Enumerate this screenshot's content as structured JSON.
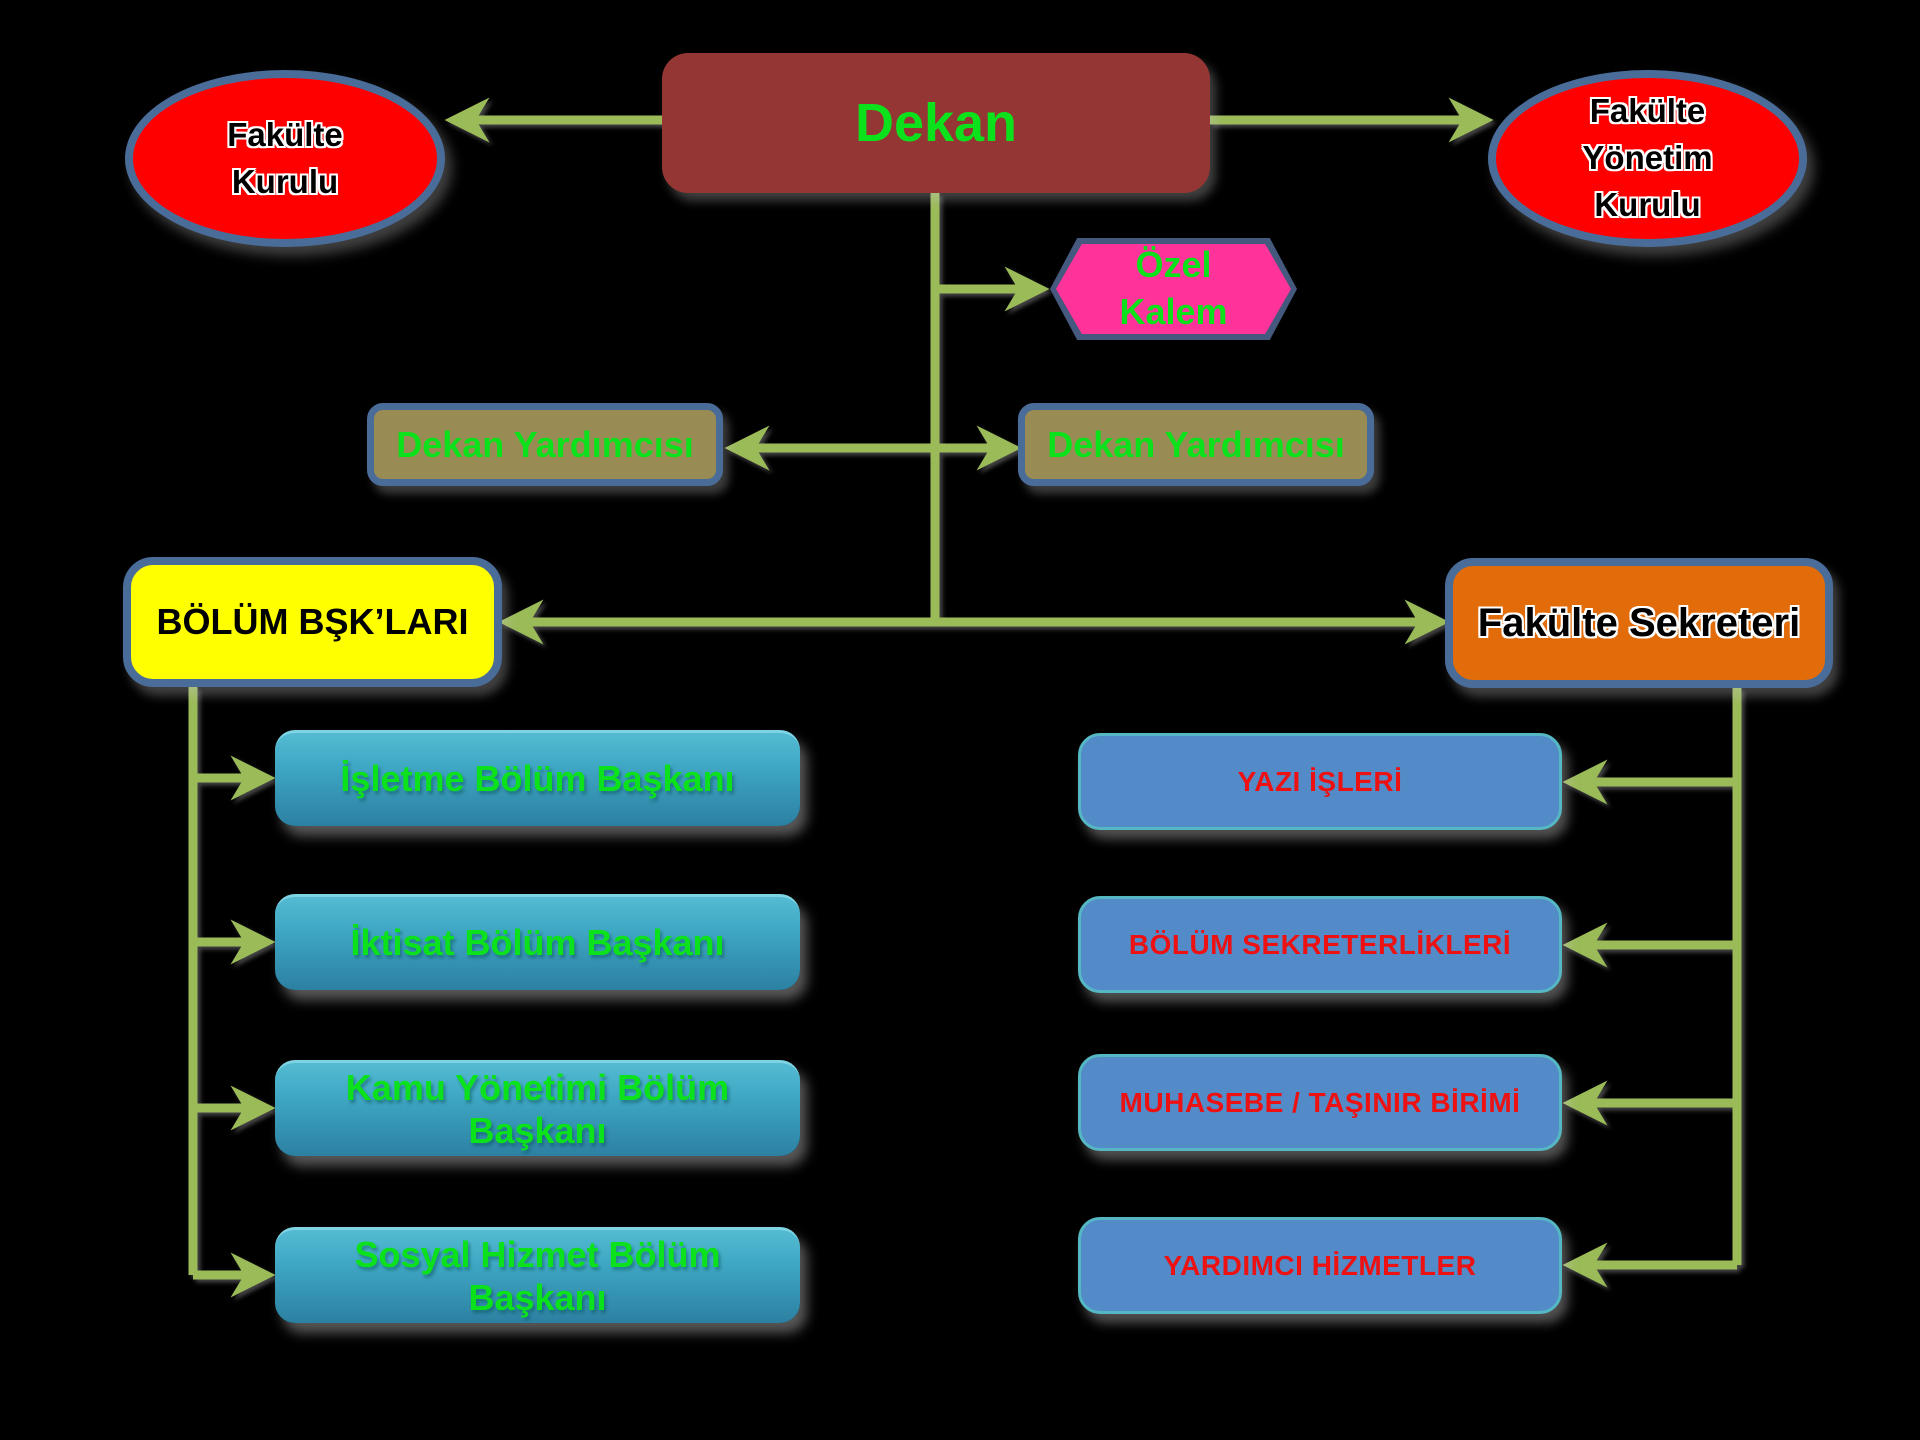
{
  "title": "Fakülte Organizasyon Şeması",
  "colors": {
    "background": "#000000",
    "connector": "#9BBB59",
    "dekan_fill": "#943634",
    "ellipse_fill": "#FF0000",
    "node_border": "#4A6C99",
    "hexagon_fill": "#FF3399",
    "hex_border": "#44597D",
    "olive_fill": "#988B53",
    "yellow_fill": "#FFFF00",
    "orange_fill": "#E36C0A",
    "teal_top": "#54BBD2",
    "teal_bottom": "#2C80A2",
    "blue_fill": "#528BC8",
    "blue_border": "#55B7C4",
    "green_text": "#0BE21C",
    "red_text": "#EE1111"
  },
  "nodes": {
    "dekan": {
      "label": "Dekan"
    },
    "fakulte_kurulu": {
      "label": "Fakülte Kurulu"
    },
    "fakulte_yonetim_kurulu": {
      "label": "Fakülte Yönetim Kurulu"
    },
    "ozel_kalem": {
      "label": "Özel Kalem"
    },
    "dekan_yardimcisi_sol": {
      "label": "Dekan Yardımcısı"
    },
    "dekan_yardimcisi_sag": {
      "label": "Dekan Yardımcısı"
    },
    "bolum_baskanlari": {
      "label": "BÖLÜM BŞK’LARI"
    },
    "fakulte_sekreteri": {
      "label": "Fakülte Sekreteri"
    }
  },
  "left_branch": {
    "items": [
      {
        "label": "İşletme Bölüm Başkanı"
      },
      {
        "label": "İktisat Bölüm Başkanı"
      },
      {
        "label": "Kamu Yönetimi Bölüm Başkanı"
      },
      {
        "label": "Sosyal Hizmet Bölüm Başkanı"
      }
    ]
  },
  "right_branch": {
    "items": [
      {
        "label": "YAZI İŞLERİ"
      },
      {
        "label": "BÖLÜM SEKRETERLİKLERİ"
      },
      {
        "label": "MUHASEBE /  TAŞINIR BİRİMİ"
      },
      {
        "label": "YARDIMCI HİZMETLER"
      }
    ]
  }
}
